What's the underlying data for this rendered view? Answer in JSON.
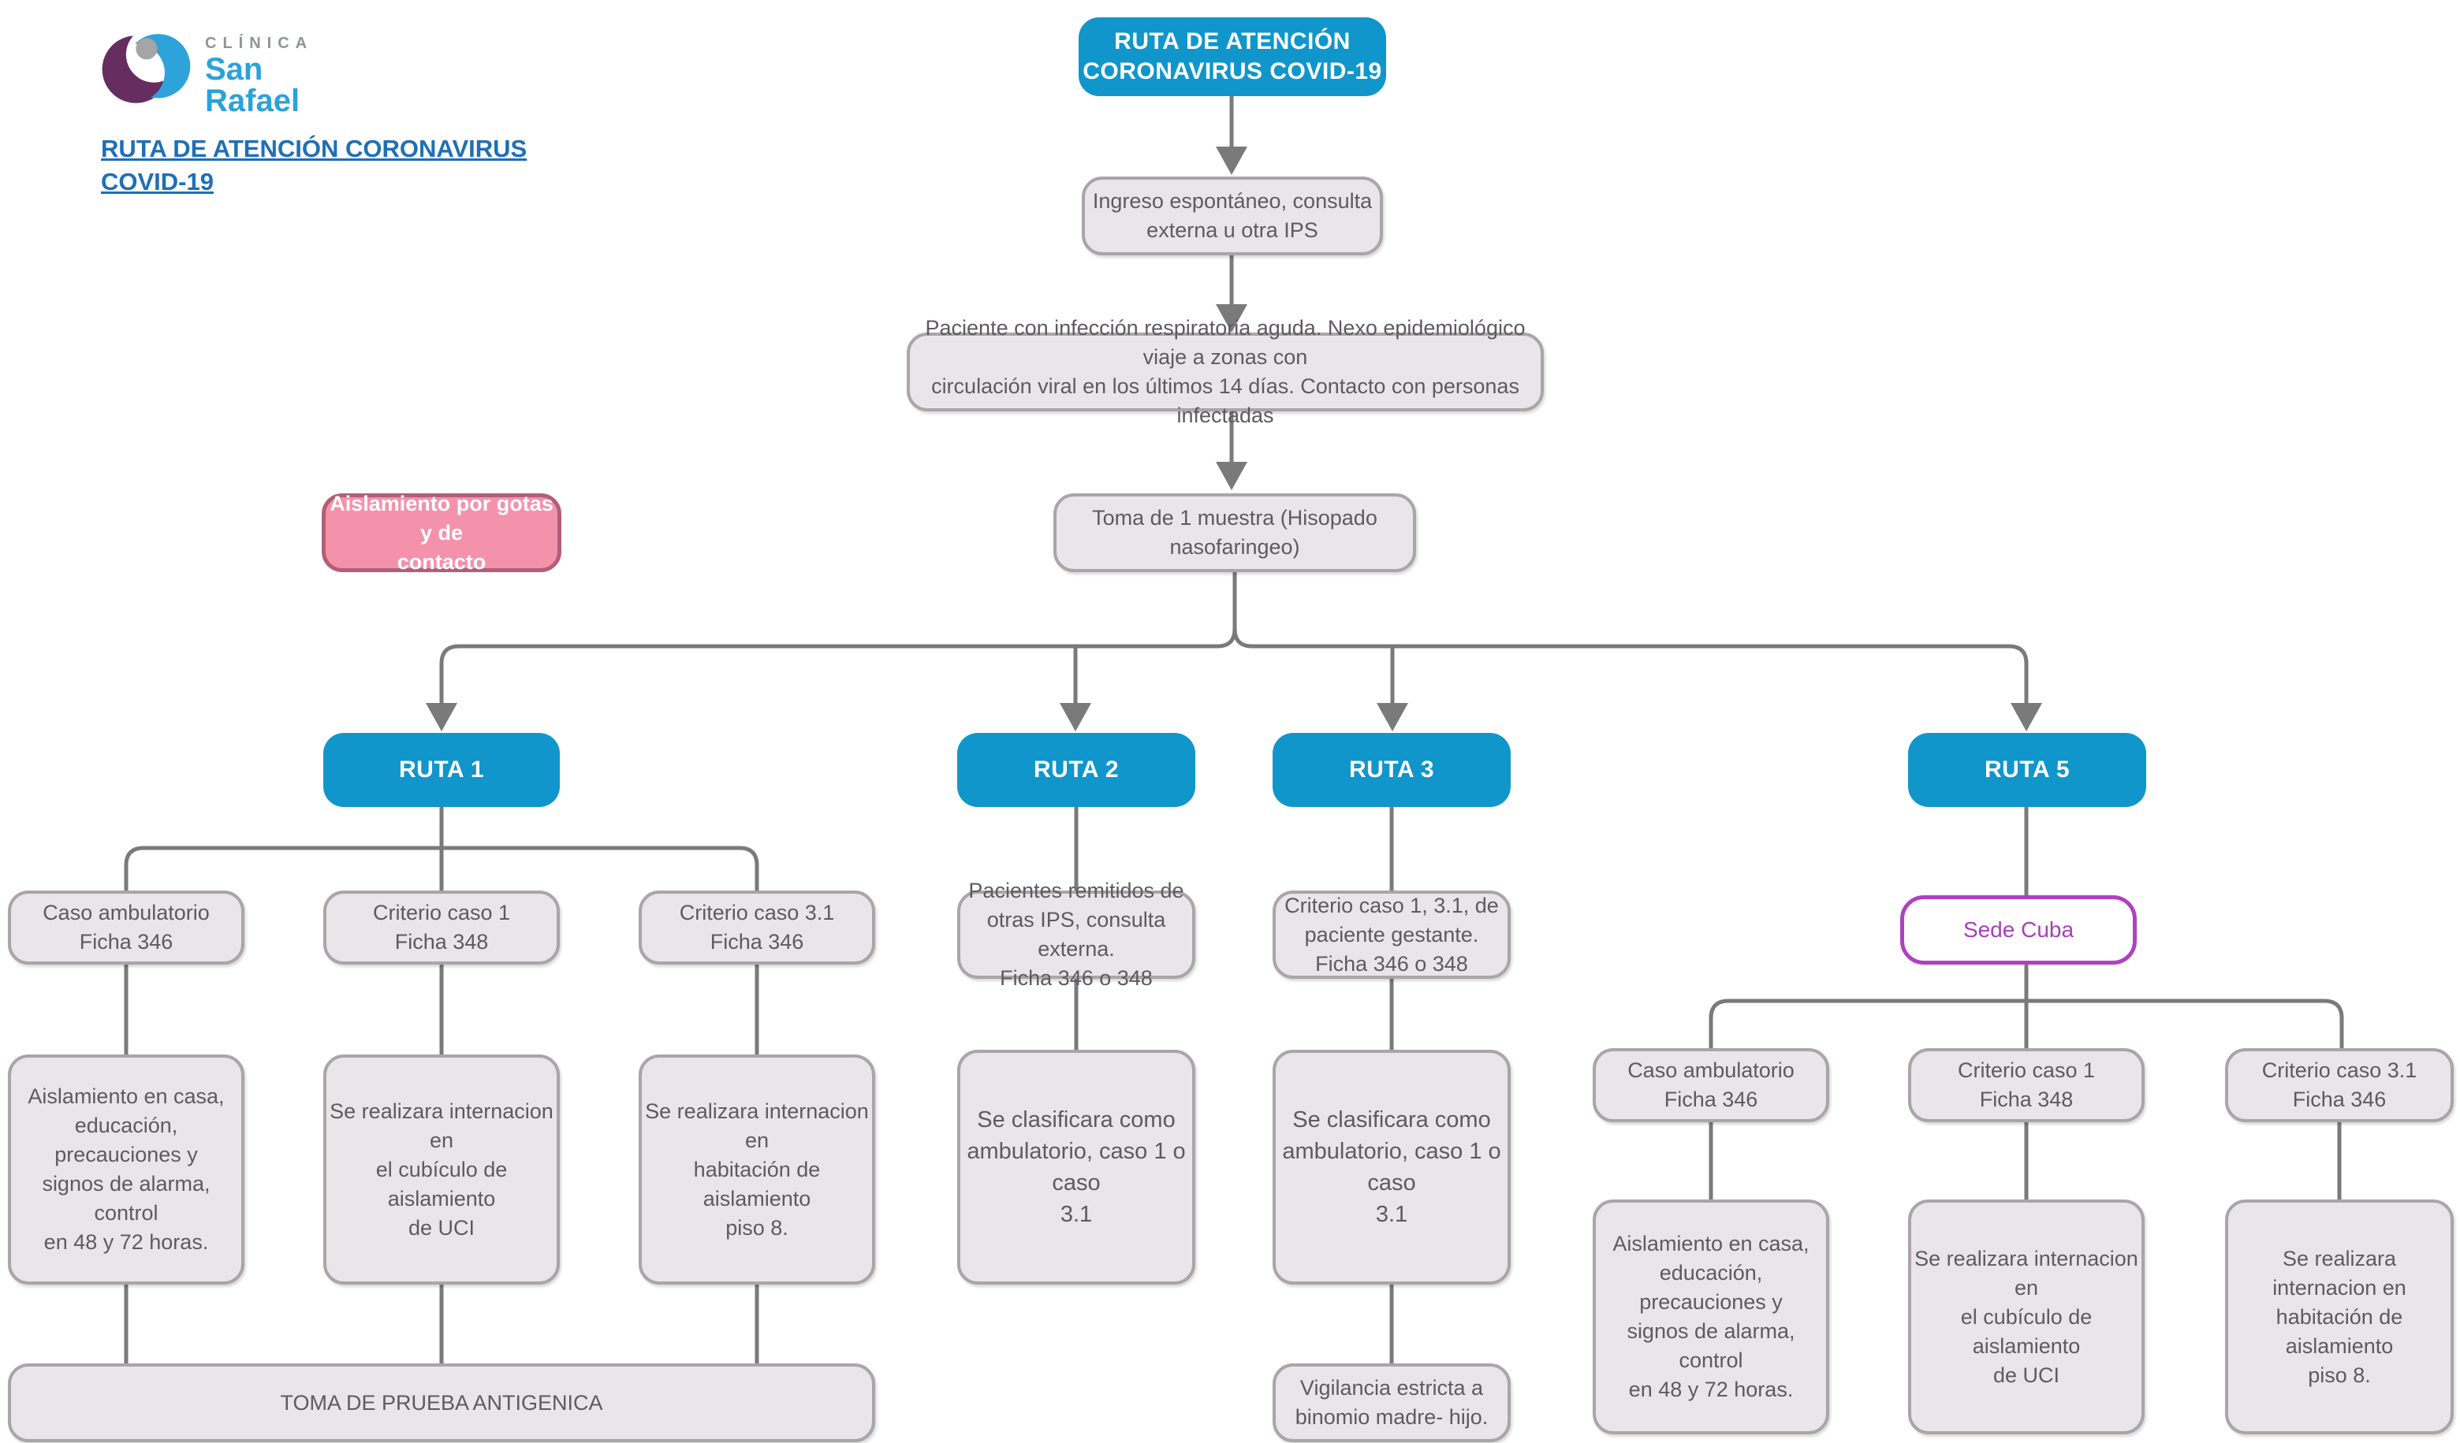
{
  "colors": {
    "node_blue": "#1196CB",
    "node_gray_fill": "#E9E5E8",
    "node_gray_border": "#A9A5A8",
    "node_pink_fill": "#F492AB",
    "node_pink_border": "#B25E78",
    "sede_purple": "#AF40C2",
    "connector_gray": "#7A7A7A",
    "link_blue": "#1E6FB7",
    "logo_blue": "#2AA2DC",
    "logo_purple": "#662D60"
  },
  "header": {
    "logo": {
      "clinica": "CLÍNICA",
      "name_line1": "San",
      "name_line2": "Rafael"
    },
    "link": "RUTA DE ATENCIÓN CORONAVIRUS\nCOVID-19"
  },
  "flow": {
    "start": "RUTA DE ATENCIÓN\nCORONAVIRUS COVID-19",
    "ingreso": "Ingreso espontáneo, consulta\nexterna u otra IPS",
    "paciente": "Paciente con infección respiratoria aguda. Nexo epidemiológico viaje a zonas con\ncirculación viral en los últimos 14 días. Contacto con personas infectadas",
    "aislamiento": "Aislamiento por gotas y de\ncontacto",
    "toma": "Toma de 1 muestra (Hisopado nasofaringeo)",
    "ruta1": {
      "label": "RUTA 1",
      "col1": {
        "header": "Caso ambulatorio\nFicha 346",
        "body": "Aislamiento en casa,\neducación, precauciones y\nsignos de alarma, control\nen 48 y 72 horas."
      },
      "col2": {
        "header": "Criterio caso 1\nFicha 348",
        "body": "Se realizara internacion en\nel cubículo de aislamiento\nde UCI"
      },
      "col3": {
        "header": "Criterio caso 3.1\nFicha 346",
        "body": "Se realizara internacion en\nhabitación de aislamiento\npiso 8."
      },
      "footer": "TOMA DE PRUEBA ANTIGENICA"
    },
    "ruta2": {
      "label": "RUTA 2",
      "header": "Pacientes remitidos de\notras IPS, consulta externa.\nFicha 346 o 348",
      "body": "Se clasificara como\nambulatorio, caso 1 o caso\n3.1"
    },
    "ruta3": {
      "label": "RUTA 3",
      "header": "Criterio caso 1, 3.1, de\npaciente gestante.\nFicha 346 o 348",
      "body": "Se clasificara como\nambulatorio, caso 1 o caso\n3.1",
      "footer": "Vigilancia estricta a\nbinomio madre- hijo."
    },
    "ruta5": {
      "label": "RUTA 5",
      "sede": "Sede Cuba",
      "col1": {
        "header": "Caso ambulatorio\nFicha 346",
        "body": "Aislamiento en casa,\neducación, precauciones y\nsignos de alarma, control\nen 48 y 72 horas."
      },
      "col2": {
        "header": "Criterio caso 1\nFicha 348",
        "body": "Se realizara internacion en\nel cubículo de aislamiento\nde UCI"
      },
      "col3": {
        "header": "Criterio caso 3.1\nFicha 346",
        "body": "Se realizara internacion en\nhabitación de aislamiento\npiso 8."
      }
    }
  }
}
